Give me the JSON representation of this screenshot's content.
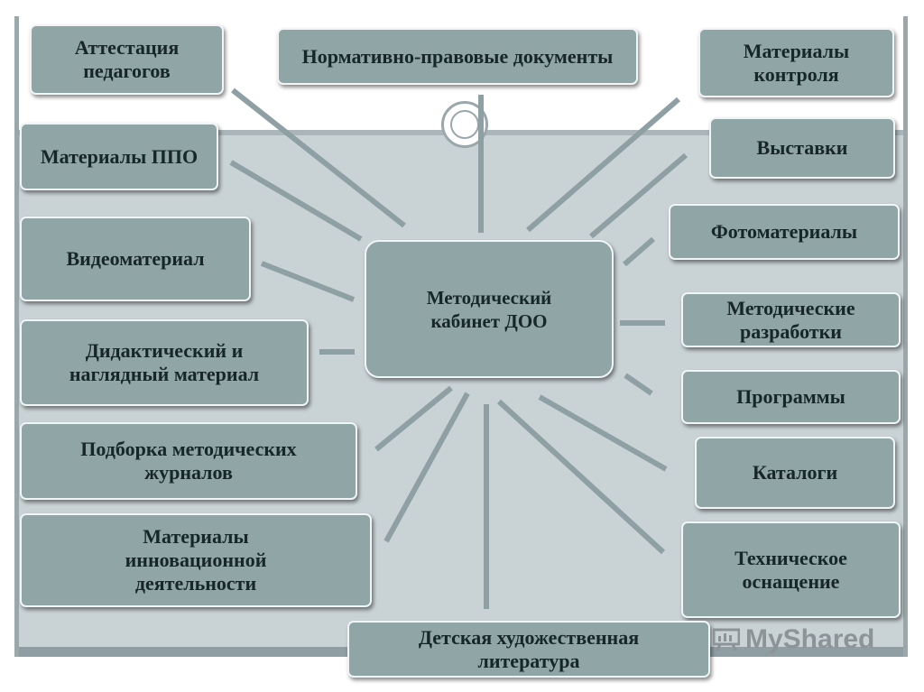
{
  "center": "Методический кабинет ДОО",
  "topics": {
    "attestation": "Аттестация педагогов",
    "normative": "Нормативно-правовые документы",
    "control": "Материалы контроля",
    "ppo": "Материалы ППО",
    "exhibitions": "Выставки",
    "video": "Видеоматериал",
    "photo": "Фотоматериалы",
    "didactic": "Дидактический и наглядный материал",
    "method_dev": "Методические разработки",
    "programs": "Программы",
    "journals": "Подборка методических журналов",
    "catalogs": "Каталоги",
    "innovation": "Материалы инновационной деятельности",
    "technical": "Техническое оснащение",
    "literature": "Детская художественная литература"
  },
  "watermark": "MyShared",
  "colors": {
    "box": "#8fa5a6",
    "line": "#8ea0a3",
    "background": "#c9d3d6"
  }
}
